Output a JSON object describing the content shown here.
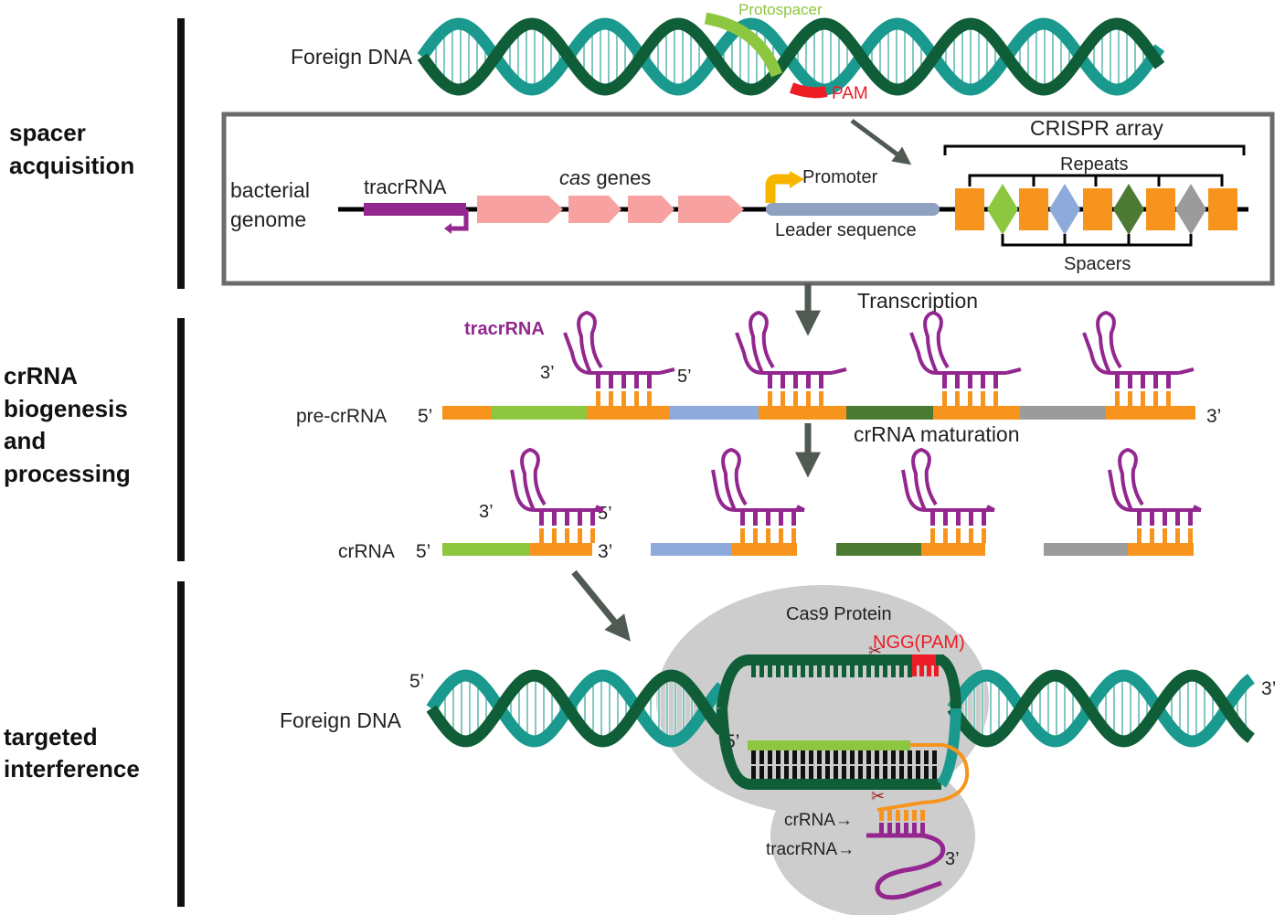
{
  "stages": {
    "acquisition": [
      "spacer",
      "acquisition"
    ],
    "biogenesis": [
      "crRNA",
      "biogenesis",
      "and",
      "processing"
    ],
    "interference": [
      "targeted",
      "interference"
    ]
  },
  "labels": {
    "foreign_dna_top": "Foreign DNA",
    "protospacer": "Protospacer",
    "pam": "PAM",
    "bacterial_genome": [
      "bacterial",
      "genome"
    ],
    "tracrrna_gene": "tracrRNA",
    "cas_genes_italic": "cas",
    "cas_genes_rest": " genes",
    "promoter": "Promoter",
    "leader_sequence": "Leader sequence",
    "crispr_array": "CRISPR array",
    "repeats": "Repeats",
    "spacers": "Spacers",
    "transcription": "Transcription",
    "tracrrna_precr": "tracrRNA",
    "pre_crrna": "pre-crRNA",
    "crrna_maturation": "crRNA maturation",
    "crrna": "crRNA",
    "cas9_protein": "Cas9 Protein",
    "ngg_pam": "NGG(PAM)",
    "foreign_dna_bottom": "Foreign DNA",
    "crrna_arrow": "crRNA→",
    "tracrrna_arrow": "tracrRNA→",
    "five_prime": "5’",
    "three_prime": "3’"
  },
  "colors": {
    "dna_dark": "#0f5e37",
    "dna_teal": "#1a9a8f",
    "protospacer": "#8dc63f",
    "pam": "#ee1c24",
    "tracrrna": "#93278f",
    "cas_genes": "#f7a1a1",
    "promoter": "#f7b500",
    "leader": "#8ea2c0",
    "repeat": "#f7941d",
    "spacer_1": "#8dc63f",
    "spacer_2": "#8eaadb",
    "spacer_3": "#4d7a33",
    "spacer_4": "#9b9b9b",
    "arrow": "#505a52",
    "cas9": "#cdcdcd"
  }
}
